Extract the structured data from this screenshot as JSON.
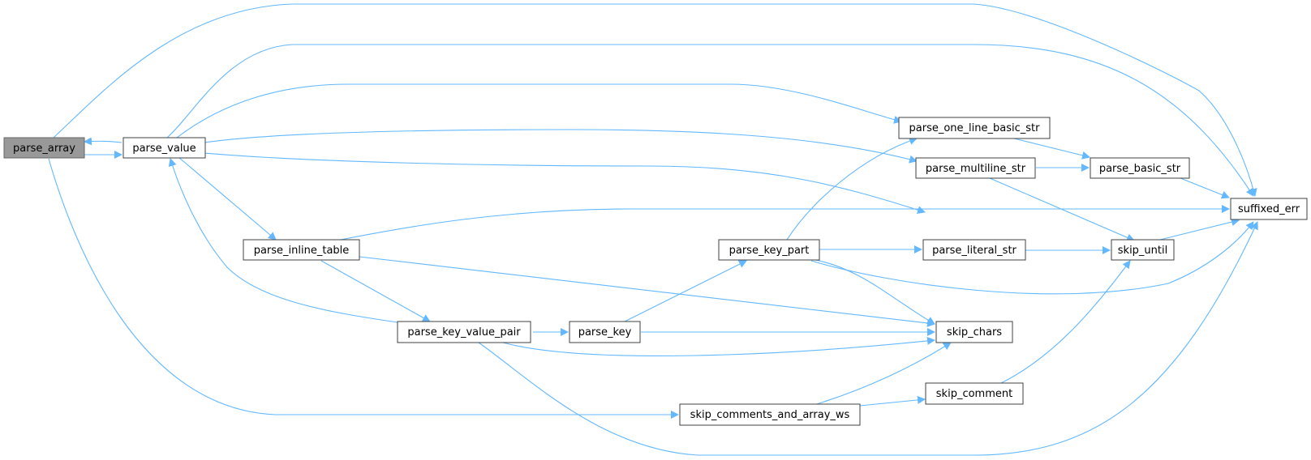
{
  "diagram": {
    "type": "call-graph",
    "root": "parse_array",
    "nodes": [
      {
        "id": "parse_array",
        "label": "parse_array"
      },
      {
        "id": "parse_value",
        "label": "parse_value"
      },
      {
        "id": "parse_inline_table",
        "label": "parse_inline_table"
      },
      {
        "id": "parse_key_value_pair",
        "label": "parse_key_value_pair"
      },
      {
        "id": "parse_key",
        "label": "parse_key"
      },
      {
        "id": "parse_key_part",
        "label": "parse_key_part"
      },
      {
        "id": "skip_comments_and_array_ws",
        "label": "skip_comments_and_array_ws"
      },
      {
        "id": "parse_one_line_basic_str",
        "label": "parse_one_line_basic_str"
      },
      {
        "id": "parse_multiline_str",
        "label": "parse_multiline_str"
      },
      {
        "id": "parse_literal_str",
        "label": "parse_literal_str"
      },
      {
        "id": "skip_chars",
        "label": "skip_chars"
      },
      {
        "id": "skip_comment",
        "label": "skip_comment"
      },
      {
        "id": "parse_basic_str",
        "label": "parse_basic_str"
      },
      {
        "id": "skip_until",
        "label": "skip_until"
      },
      {
        "id": "suffixed_err",
        "label": "suffixed_err"
      }
    ],
    "edges": [
      {
        "from": "parse_array",
        "to": "parse_value"
      },
      {
        "from": "parse_array",
        "to": "suffixed_err"
      },
      {
        "from": "parse_array",
        "to": "skip_comments_and_array_ws"
      },
      {
        "from": "parse_value",
        "to": "parse_array"
      },
      {
        "from": "parse_value",
        "to": "suffixed_err"
      },
      {
        "from": "parse_value",
        "to": "parse_one_line_basic_str"
      },
      {
        "from": "parse_value",
        "to": "parse_multiline_str"
      },
      {
        "from": "parse_value",
        "to": "parse_literal_str"
      },
      {
        "from": "parse_value",
        "to": "parse_inline_table"
      },
      {
        "from": "parse_inline_table",
        "to": "suffixed_err"
      },
      {
        "from": "parse_inline_table",
        "to": "skip_chars"
      },
      {
        "from": "parse_inline_table",
        "to": "parse_key_value_pair"
      },
      {
        "from": "parse_key_value_pair",
        "to": "parse_value"
      },
      {
        "from": "parse_key_value_pair",
        "to": "parse_key"
      },
      {
        "from": "parse_key_value_pair",
        "to": "skip_chars"
      },
      {
        "from": "parse_key_value_pair",
        "to": "suffixed_err"
      },
      {
        "from": "parse_key",
        "to": "parse_key_part"
      },
      {
        "from": "parse_key",
        "to": "skip_chars"
      },
      {
        "from": "parse_key_part",
        "to": "parse_one_line_basic_str"
      },
      {
        "from": "parse_key_part",
        "to": "parse_literal_str"
      },
      {
        "from": "parse_key_part",
        "to": "skip_chars"
      },
      {
        "from": "parse_key_part",
        "to": "suffixed_err"
      },
      {
        "from": "skip_comments_and_array_ws",
        "to": "skip_chars"
      },
      {
        "from": "skip_comments_and_array_ws",
        "to": "skip_comment"
      },
      {
        "from": "parse_one_line_basic_str",
        "to": "parse_basic_str"
      },
      {
        "from": "parse_multiline_str",
        "to": "parse_basic_str"
      },
      {
        "from": "parse_multiline_str",
        "to": "skip_until"
      },
      {
        "from": "parse_basic_str",
        "to": "suffixed_err"
      },
      {
        "from": "parse_literal_str",
        "to": "skip_until"
      },
      {
        "from": "skip_until",
        "to": "suffixed_err"
      },
      {
        "from": "skip_comment",
        "to": "skip_until"
      }
    ]
  },
  "colors": {
    "edge": "#63b8ff",
    "node_border": "#404040",
    "root_fill": "#999999"
  }
}
